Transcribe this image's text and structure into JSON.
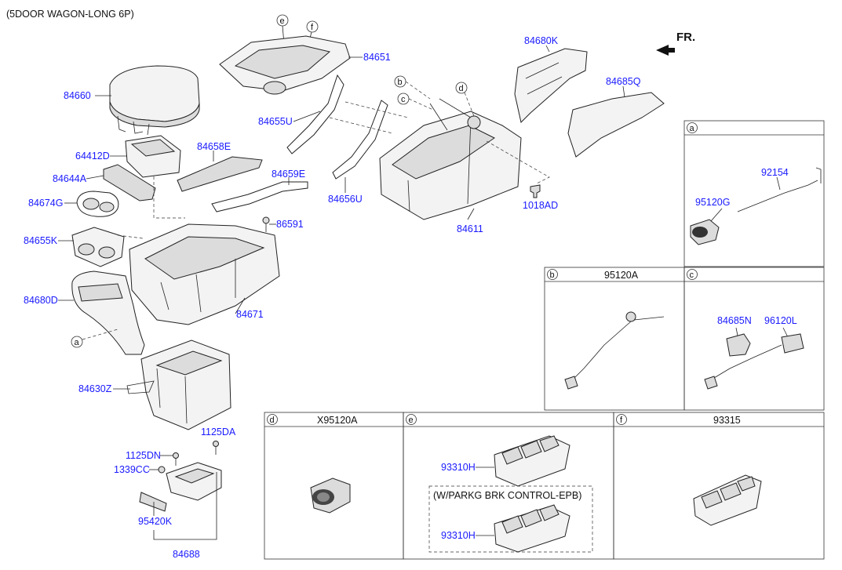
{
  "header": {
    "model_note": "(5DOOR WAGON-LONG 6P)"
  },
  "direction": {
    "label": "FR."
  },
  "callouts": {
    "a": "a",
    "b": "b",
    "c": "c",
    "d": "d",
    "e": "e",
    "f": "f"
  },
  "parts": {
    "p84660": "84660",
    "p64412D": "64412D",
    "p84644A": "84644A",
    "p84674G": "84674G",
    "p84655K": "84655K",
    "p84680D": "84680D",
    "p84630Z": "84630Z",
    "p84651": "84651",
    "p84655U": "84655U",
    "p84658E": "84658E",
    "p84659E": "84659E",
    "p84656U": "84656U",
    "p86591": "86591",
    "p84671": "84671",
    "p84611": "84611",
    "p1018AD": "1018AD",
    "p84680K": "84680K",
    "p84685Q": "84685Q",
    "p1125DA": "1125DA",
    "p1125DN": "1125DN",
    "p1339CC": "1339CC",
    "p95420K": "95420K",
    "p84688": "84688"
  },
  "detail_boxes": {
    "a": {
      "letter": "a",
      "title": "",
      "parts": {
        "p92154": "92154",
        "p95120G": "95120G"
      }
    },
    "b": {
      "letter": "b",
      "title": "95120A"
    },
    "c": {
      "letter": "c",
      "title": "",
      "parts": {
        "p84685N": "84685N",
        "p96120L": "96120L"
      }
    },
    "d": {
      "letter": "d",
      "title": "X95120A"
    },
    "e": {
      "letter": "e",
      "title": "",
      "parts": {
        "p93310H_top": "93310H",
        "p93310H_bottom": "93310H"
      },
      "note": "(W/PARKG BRK CONTROL-EPB)"
    },
    "f": {
      "letter": "f",
      "title": "93315"
    }
  }
}
